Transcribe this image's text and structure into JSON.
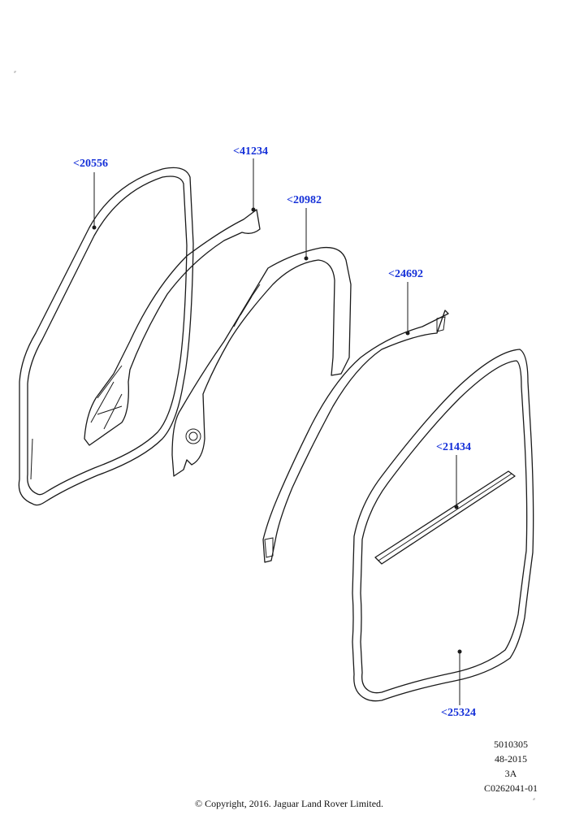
{
  "callouts": [
    {
      "id": "20556",
      "label": "<20556"
    },
    {
      "id": "41234",
      "label": "<41234"
    },
    {
      "id": "20982",
      "label": "<20982"
    },
    {
      "id": "24692",
      "label": "<24692"
    },
    {
      "id": "21434",
      "label": "<21434"
    },
    {
      "id": "25324",
      "label": "<25324"
    }
  ],
  "meta": [
    "5010305",
    "48-2015",
    "3A",
    "C0262041-01"
  ],
  "copyright": "© Copyright, 2016. Jaguar Land Rover Limited.",
  "colors": {
    "callout": "#1530d8",
    "line": "#1a1a1a"
  }
}
